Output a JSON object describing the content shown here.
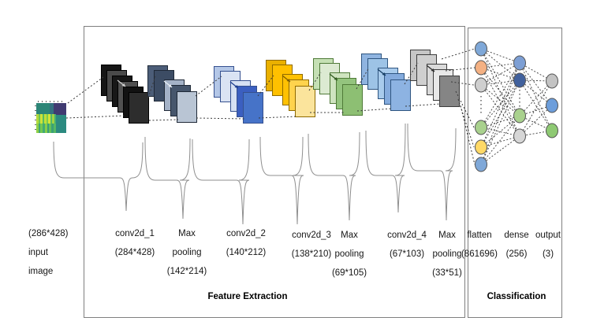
{
  "palette": {
    "box_border": "#7f7f7f",
    "dotted_line": "#3a3a3a",
    "brace": "#8f8f8f",
    "text": "#161616"
  },
  "sections": {
    "feature_extraction": {
      "title": "Feature Extraction"
    },
    "classification": {
      "title": "Classification"
    }
  },
  "input_layer": {
    "dims": "(286*428)",
    "caption": [
      "input",
      "image"
    ],
    "image_icon": "spectrogram-thumbnail"
  },
  "layers": [
    {
      "name": "conv2d_1",
      "lines": [
        "conv2d_1",
        "(284*428)"
      ],
      "sheet_colors": [
        "#161616",
        "#4a4a4a",
        "#181818",
        "#505050",
        "#121212",
        "#2d2d2d"
      ],
      "edge": "#000000",
      "arrow_color": "#cfcfcf"
    },
    {
      "name": "max_pooling_1",
      "lines": [
        "Max",
        "pooling",
        "(142*214)"
      ],
      "sheet_colors": [
        "#4c5d78",
        "#3c4c64",
        "#a4b2c7",
        "#46566c",
        "#b9c5d4"
      ],
      "edge": "#1f2937",
      "arrow_color": "#e9eef5"
    },
    {
      "name": "conv2d_2",
      "lines": [
        "conv2d_2",
        "(140*212)"
      ],
      "sheet_colors": [
        "#b4c7e7",
        "#dae3f3",
        "#d6e1f3",
        "#3b5fc0",
        "#4673c8"
      ],
      "edge": "#35508f",
      "arrow_color": "#1f3f8f"
    },
    {
      "name": "conv2d_3",
      "lines": [
        "conv2d_3",
        "(138*210)"
      ],
      "sheet_colors": [
        "#eab000",
        "#ffc000",
        "#ffc103",
        "#ffd34d",
        "#fbe49c"
      ],
      "edge": "#8f6a00",
      "arrow_color": "#7f5f00"
    },
    {
      "name": "max_pooling_2",
      "lines": [
        "Max",
        "pooling",
        "(69*105)"
      ],
      "sheet_colors": [
        "#c5e0b4",
        "#dcead2",
        "#cfe4c0",
        "#94c47e",
        "#8dbf73"
      ],
      "edge": "#4f7a38",
      "arrow_color": "#2f5b1f"
    },
    {
      "name": "conv2d_4",
      "lines": [
        "conv2d_4",
        "(67*103)"
      ],
      "sheet_colors": [
        "#8fb4e0",
        "#9dc3e6",
        "#a8cbec",
        "#84abdd",
        "#8db3e2"
      ],
      "edge": "#2f5580",
      "arrow_color": "#173f66"
    },
    {
      "name": "max_pooling_3",
      "lines": [
        "Max",
        "pooling",
        "(33*51)"
      ],
      "sheet_colors": [
        "#c6c6c6",
        "#cfcfcf",
        "#dadada",
        "#e8e8e8",
        "#858585"
      ],
      "edge": "#3c3c3c",
      "arrow_color": "#2f2f2f"
    }
  ],
  "classifier_layers": [
    {
      "name": "flatten",
      "lines": [
        "flatten",
        "(861696)"
      ]
    },
    {
      "name": "dense",
      "lines": [
        "dense",
        "(256)"
      ]
    },
    {
      "name": "output",
      "lines": [
        "output",
        "(3)"
      ]
    }
  ],
  "network": {
    "input_node_colors": [
      "#7fa8d8",
      "#f4b183",
      "#cfcfcf",
      "#a9d18e",
      "#ffd966",
      "#7fa8d8"
    ],
    "hidden_node_colors": [
      "#7d9fd4",
      "#41619d",
      "#a9d18e",
      "#d6d6d6"
    ],
    "output_node_colors": [
      "#c3c3c3",
      "#6d9edb",
      "#8ec973"
    ],
    "node_edge": "#545454"
  }
}
